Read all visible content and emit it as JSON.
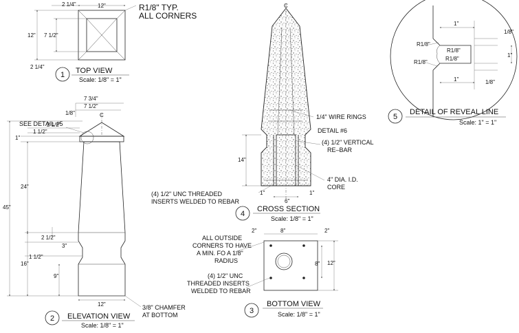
{
  "top_view": {
    "dim_top": "12\"",
    "dim_left_top": "2 1/4\"",
    "dim_left_bottom": "2 1/4\"",
    "dim_height_outer": "12\"",
    "dim_height_inner": "7 1/2\"",
    "callout_number": "1",
    "title": "TOP VIEW",
    "scale": "Scale: 1/8\" = 1\"",
    "note_line1": "R1/8\" TYP.",
    "note_line2": "ALL CORNERS"
  },
  "elevation_view": {
    "callout_number": "2",
    "title": "ELEVATION VIEW",
    "scale": "Scale: 1/8\" = 1\"",
    "see_detail": "SEE DETAIL #5",
    "dim_7_3_4": "7 3/4\"",
    "dim_7_1_2": "7 1/2\"",
    "dim_1_8": "1/8\"",
    "dim_2_1_2_top": "2 1/2\"",
    "dim_1_1_2_top": "1 1/2\"",
    "dim_1": "1\"",
    "dim_24": "24\"",
    "dim_45": "45\"",
    "dim_2_1_2_mid": "2 1/2\"",
    "dim_3": "3\"",
    "dim_1_1_2_mid": "1 1/2\"",
    "dim_16": "16\"",
    "dim_9": "9\"",
    "dim_12_bottom": "12\"",
    "cl_mark": "C",
    "chamfer_line1": "3/8\" CHAMFER",
    "chamfer_line2": "AT BOTTOM"
  },
  "cross_section": {
    "callout_number": "4",
    "title": "CROSS SECTION",
    "scale": "Scale: 1/8\" = 1\"",
    "cl_mark": "C",
    "wire_rings": "1/4\" WIRE RINGS",
    "detail6": "DETAIL #6",
    "vertical_rebar_line1": "(4) 1/2\" VERTICAL",
    "vertical_rebar_line2": "RE–BAR",
    "dim_14": "14\"",
    "core_line1": "4\" DIA. I.D.",
    "core_line2": "CORE",
    "inserts_line1": "(4) 1/2\" UNC THREADED",
    "inserts_line2": "INSERTS WELDED TO REBAR",
    "dim_6": "6\"",
    "dim_1_left": "1\"",
    "dim_1_right": "1\""
  },
  "bottom_view": {
    "callout_number": "3",
    "title": "BOTTOM VIEW",
    "scale": "Scale: 1/8\" = 1\"",
    "dim_2_left": "2\"",
    "dim_8_top": "8\"",
    "dim_2_right": "2\"",
    "dim_8_side": "8\"",
    "dim_12_side": "12\"",
    "corners_note": [
      "ALL OUTSIDE",
      "CORNERS TO HAVE",
      "A MIN. FO A 1/8\"",
      "RADIUS"
    ],
    "inserts_note": [
      "(4) 1/2\" UNC",
      "THREADED INSERTS",
      "WELDED TO REBAR"
    ]
  },
  "detail_reveal": {
    "callout_number": "5",
    "title": "DETAIL  OF REVEAL LINE",
    "scale": "Scale: 1\" = 1\"",
    "dim_1_top": "1\"",
    "dim_1_bottom": "1\"",
    "dim_1_8_top": "1/8\"",
    "dim_1_8_bottom": "1/8\"",
    "dim_1_right": "1\"",
    "r_labels": [
      "R1/8\"",
      "R1/8\"",
      "R1/8\"",
      "R1/8\""
    ]
  }
}
